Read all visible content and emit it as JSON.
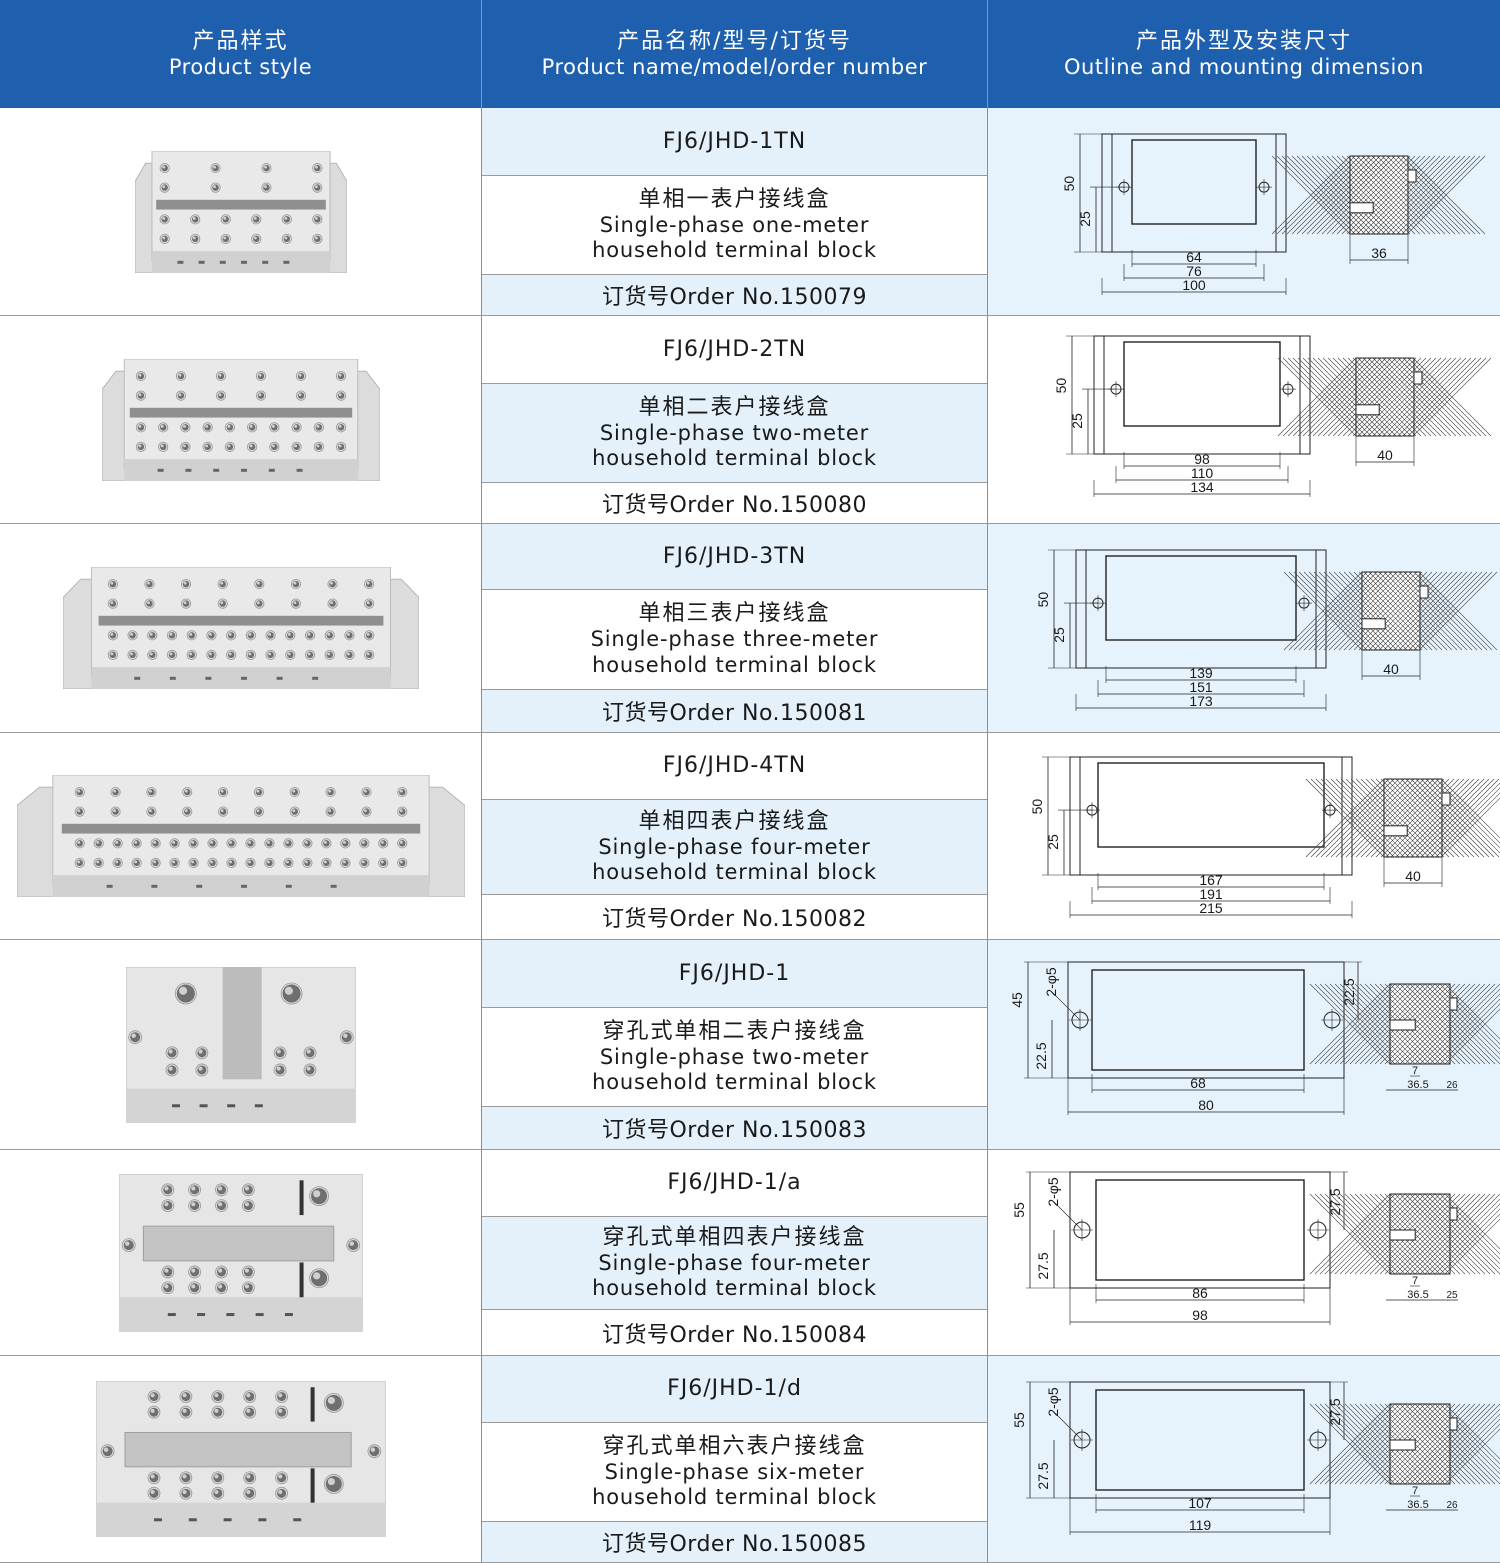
{
  "header": {
    "col1_zh": "产品样式",
    "col1_en": "Product style",
    "col2_zh": "产品名称/型号/订货号",
    "col2_en": "Product name/model/order number",
    "col3_zh": "产品外型及安装尺寸",
    "col3_en": "Outline and mounting dimension"
  },
  "products": [
    {
      "model": "FJ6/JHD-1TN",
      "name_zh": "单相一表户接线盒",
      "name_en_1": "Single-phase one-meter",
      "name_en_2": "household terminal block",
      "order": "订货号Order No.150079",
      "dims": {
        "height": "50",
        "half": "25",
        "w1": "64",
        "w2": "76",
        "w3": "100",
        "depth": "36"
      }
    },
    {
      "model": "FJ6/JHD-2TN",
      "name_zh": "单相二表户接线盒",
      "name_en_1": "Single-phase two-meter",
      "name_en_2": "household terminal block",
      "order": "订货号Order No.150080",
      "dims": {
        "height": "50",
        "half": "25",
        "w1": "98",
        "w2": "110",
        "w3": "134",
        "depth": "40"
      }
    },
    {
      "model": "FJ6/JHD-3TN",
      "name_zh": "单相三表户接线盒",
      "name_en_1": "Single-phase three-meter",
      "name_en_2": "household terminal block",
      "order": "订货号Order No.150081",
      "dims": {
        "height": "50",
        "half": "25",
        "w1": "139",
        "w2": "151",
        "w3": "173",
        "depth": "40"
      }
    },
    {
      "model": "FJ6/JHD-4TN",
      "name_zh": "单相四表户接线盒",
      "name_en_1": "Single-phase four-meter",
      "name_en_2": "household terminal block",
      "order": "订货号Order No.150082",
      "dims": {
        "height": "50",
        "half": "25",
        "w1": "167",
        "w2": "191",
        "w3": "215",
        "depth": "40"
      }
    },
    {
      "model": "FJ6/JHD-1",
      "name_zh": "穿孔式单相二表户接线盒",
      "name_en_1": "Single-phase two-meter",
      "name_en_2": "household terminal block",
      "order": "订货号Order No.150083",
      "dims": {
        "height": "45",
        "half": "22.5",
        "half_r": "22.5",
        "hole": "2-φ5",
        "w1": "68",
        "w2": "80",
        "s1": "7",
        "s2": "36.5",
        "s3": "26"
      }
    },
    {
      "model": "FJ6/JHD-1/a",
      "name_zh": "穿孔式单相四表户接线盒",
      "name_en_1": "Single-phase four-meter",
      "name_en_2": "household terminal block",
      "order": "订货号Order No.150084",
      "dims": {
        "height": "55",
        "half": "27.5",
        "half_r": "27.5",
        "hole": "2-φ5",
        "w1": "86",
        "w2": "98",
        "s1": "7",
        "s2": "36.5",
        "s3": "25"
      }
    },
    {
      "model": "FJ6/JHD-1/d",
      "name_zh": "穿孔式单相六表户接线盒",
      "name_en_1": "Single-phase six-meter",
      "name_en_2": "household terminal block",
      "order": "订货号Order No.150085",
      "dims": {
        "height": "55",
        "half": "27.5",
        "half_r": "27.5",
        "hole": "2-φ5",
        "w1": "107",
        "w2": "119",
        "s1": "7",
        "s2": "36.5",
        "s3": "26"
      }
    }
  ],
  "colors": {
    "header_bg": "#1e5fae",
    "cell_tint": "#e4f1fb",
    "line": "#9a9a9a"
  },
  "icons": [
    "terminal-block-photo",
    "outline-drawing",
    "side-section-drawing"
  ]
}
